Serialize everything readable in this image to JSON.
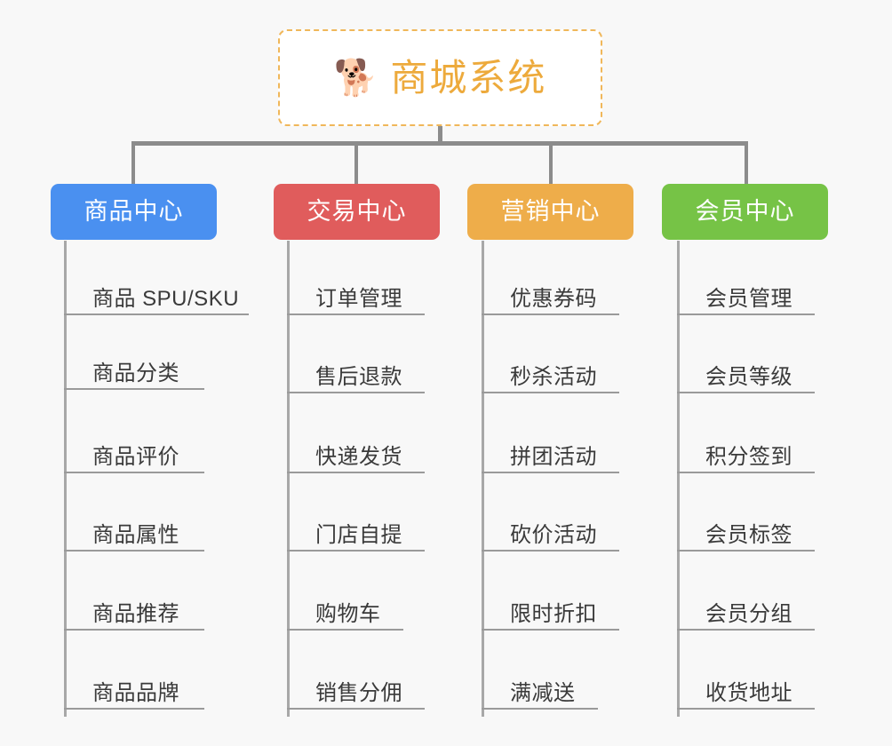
{
  "root": {
    "icon": "shiba-dog-icon",
    "icon_glyph": "🐕",
    "title": "商城系统",
    "border_color": "#f0b75a",
    "text_color": "#edaa3c",
    "background": "#ffffff"
  },
  "canvas": {
    "background": "#f8f8f8",
    "connector_color": "#8c8c8c",
    "leaf_line_color": "#9a9a9a"
  },
  "columns": [
    {
      "key": "product-center",
      "label": "商品中心",
      "color": "#4a90f0",
      "items": [
        {
          "label": "商品 SPU/SKU"
        },
        {
          "label": "商品分类"
        },
        {
          "label": "商品评价"
        },
        {
          "label": "商品属性"
        },
        {
          "label": "商品推荐"
        },
        {
          "label": "商品品牌"
        }
      ]
    },
    {
      "key": "trade-center",
      "label": "交易中心",
      "color": "#e05c5c",
      "items": [
        {
          "label": "订单管理"
        },
        {
          "label": "售后退款"
        },
        {
          "label": "快递发货"
        },
        {
          "label": "门店自提"
        },
        {
          "label": "购物车"
        },
        {
          "label": "销售分佣"
        }
      ]
    },
    {
      "key": "marketing-center",
      "label": "营销中心",
      "color": "#eead4a",
      "items": [
        {
          "label": "优惠券码"
        },
        {
          "label": "秒杀活动"
        },
        {
          "label": "拼团活动"
        },
        {
          "label": "砍价活动"
        },
        {
          "label": "限时折扣"
        },
        {
          "label": "满减送"
        }
      ]
    },
    {
      "key": "member-center",
      "label": "会员中心",
      "color": "#76c346",
      "items": [
        {
          "label": "会员管理"
        },
        {
          "label": "会员等级"
        },
        {
          "label": "积分签到"
        },
        {
          "label": "会员标签"
        },
        {
          "label": "会员分组"
        },
        {
          "label": "收货地址"
        }
      ]
    }
  ]
}
